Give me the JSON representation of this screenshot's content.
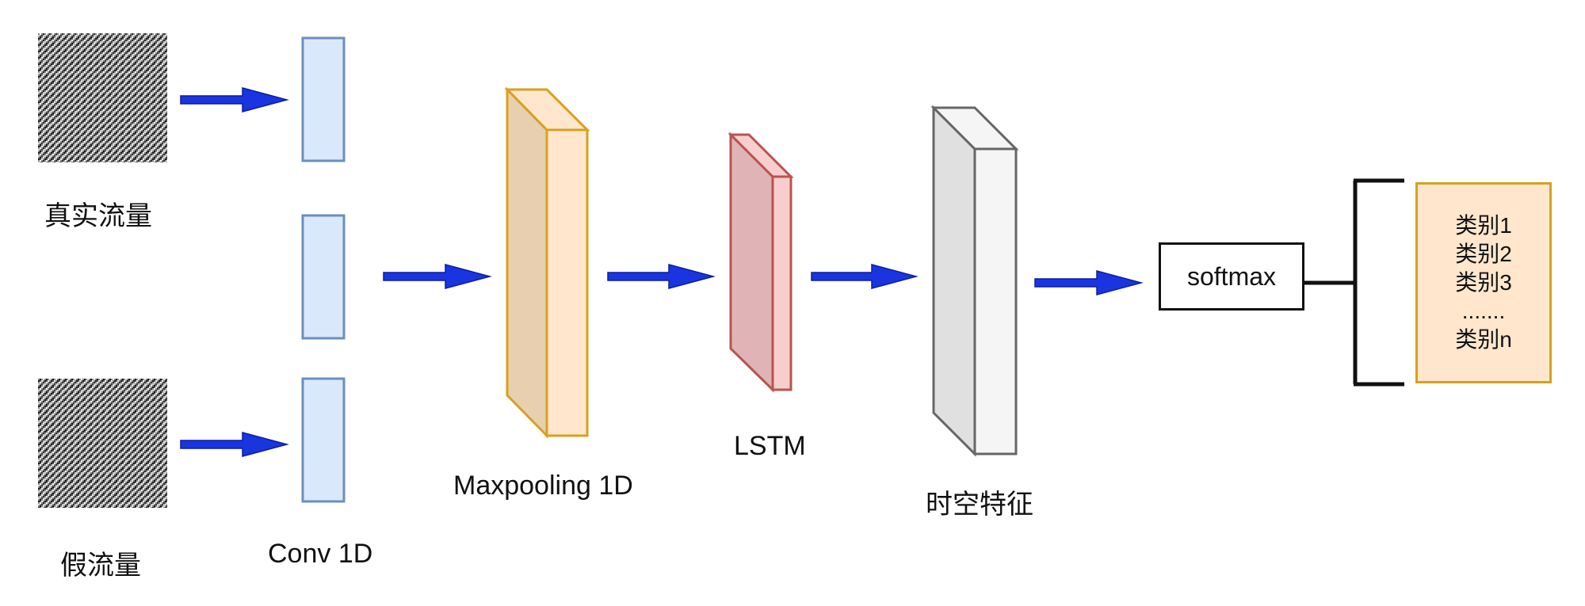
{
  "inputs": {
    "real_label": "真实流量",
    "fake_label": "假流量"
  },
  "layers": {
    "conv": "Conv 1D",
    "maxpool": "Maxpooling 1D",
    "lstm": "LSTM",
    "features": "时空特征",
    "softmax": "softmax"
  },
  "classes": [
    "类别1",
    "类别2",
    "类别3",
    ".......",
    "类别n"
  ],
  "colors": {
    "arrow": "#1a35e0",
    "conv_fill": "#dae8fc",
    "conv_stroke": "#6c8ebf",
    "maxpool_fill": "#ffe6cc",
    "maxpool_side": "#e8cfb0",
    "maxpool_stroke": "#d6a11f",
    "lstm_fill": "#f8cecc",
    "lstm_side": "#e0b4b6",
    "lstm_stroke": "#b85450",
    "features_fill": "#f5f5f5",
    "features_side": "#e0e0e0",
    "features_stroke": "#666666",
    "classes_fill": "#ffe6cc",
    "classes_stroke": "#d6a11f"
  },
  "icons": {
    "input_image": "noise-image-icon"
  }
}
